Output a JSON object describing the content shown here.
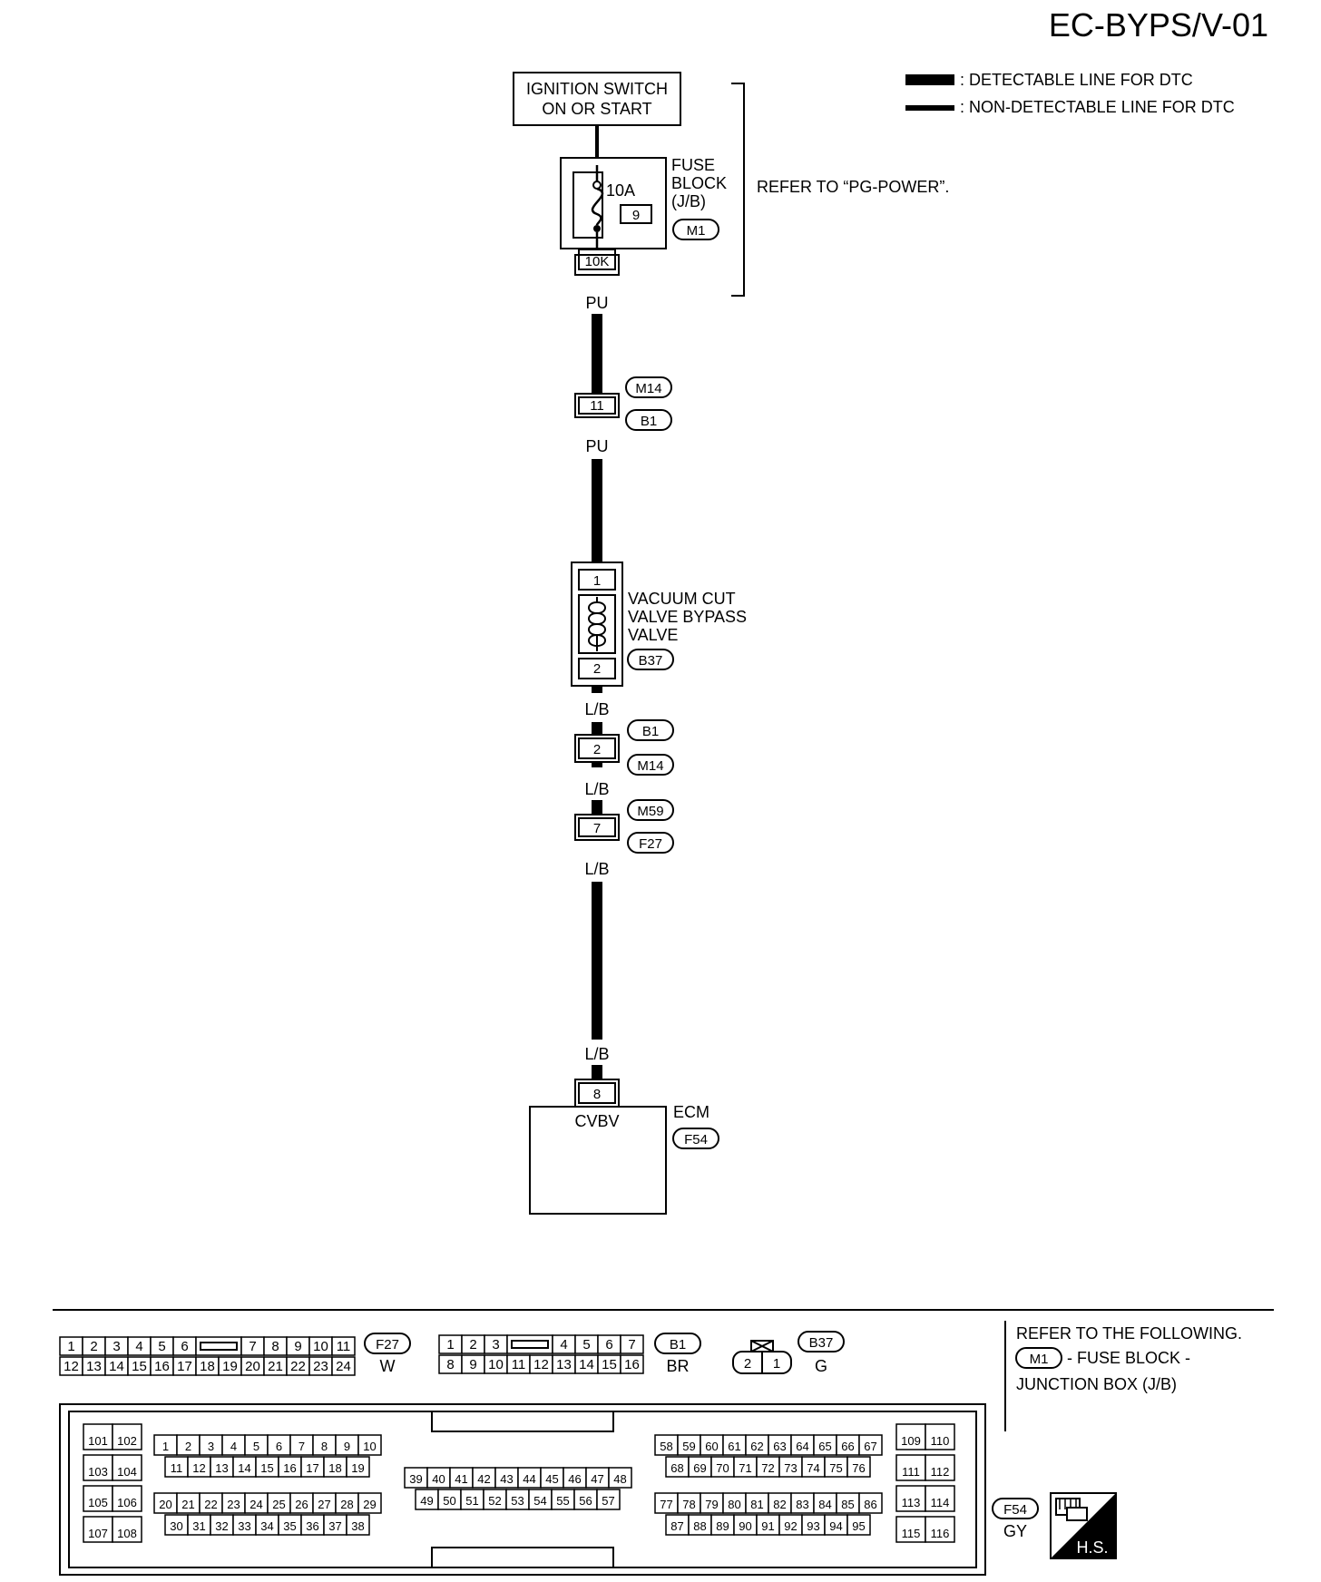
{
  "page_id": "EC-BYPS/V-01",
  "legend": {
    "detectable": ": DETECTABLE LINE FOR DTC",
    "non_detectable": ": NON-DETECTABLE LINE FOR DTC"
  },
  "ignition_switch": {
    "line1": "IGNITION SWITCH",
    "line2": "ON OR START"
  },
  "fuse_block": {
    "line1": "FUSE",
    "line2": "BLOCK",
    "line3": "(J/B)",
    "amp": "10A",
    "fuse_no": "9",
    "connector": "M1",
    "terminal": "10K"
  },
  "refer_pg": "REFER TO “PG-POWER”.",
  "wire_colors": {
    "w1": "PU",
    "w2": "PU",
    "w3": "L/B",
    "w4": "L/B",
    "w5": "L/B",
    "w6": "L/B"
  },
  "joint1": {
    "pin": "11",
    "upper": "M14",
    "lower": "B1"
  },
  "valve": {
    "line1": "VACUUM CUT",
    "line2": "VALVE BYPASS",
    "line3": "VALVE",
    "pin_top": "1",
    "pin_bottom": "2",
    "connector": "B37"
  },
  "joint2": {
    "pin": "2",
    "upper": "B1",
    "lower": "M14"
  },
  "joint3": {
    "pin": "7",
    "upper": "M59",
    "lower": "F27"
  },
  "ecm": {
    "pin": "8",
    "signal": "CVBV",
    "label": "ECM",
    "connector": "F54"
  },
  "conn_f27": {
    "name": "F27",
    "color": "W",
    "row1": [
      "1",
      "2",
      "3",
      "4",
      "5",
      "6",
      "",
      "7",
      "8",
      "9",
      "10",
      "11"
    ],
    "row2": [
      "12",
      "13",
      "14",
      "15",
      "16",
      "17",
      "18",
      "19",
      "20",
      "21",
      "22",
      "23",
      "24"
    ]
  },
  "conn_b1": {
    "name": "B1",
    "color": "BR",
    "row1": [
      "1",
      "2",
      "3",
      "",
      "4",
      "5",
      "6",
      "7"
    ],
    "row2": [
      "8",
      "9",
      "10",
      "11",
      "12",
      "13",
      "14",
      "15",
      "16"
    ]
  },
  "conn_b37": {
    "name": "B37",
    "color": "G",
    "pins": [
      "2",
      "1"
    ]
  },
  "refer_following": {
    "line1": "REFER TO THE FOLLOWING.",
    "connector": "M1",
    "line2": "- FUSE BLOCK -",
    "line3": "JUNCTION BOX (J/B)"
  },
  "conn_f54": {
    "name": "F54",
    "color": "GY",
    "left": [
      [
        "101",
        "102"
      ],
      [
        "103",
        "104"
      ],
      [
        "105",
        "106"
      ],
      [
        "107",
        "108"
      ]
    ],
    "g1": [
      "1",
      "2",
      "3",
      "4",
      "5",
      "6",
      "7",
      "8",
      "9",
      "10"
    ],
    "g2": [
      "11",
      "12",
      "13",
      "14",
      "15",
      "16",
      "17",
      "18",
      "19"
    ],
    "g3": [
      "20",
      "21",
      "22",
      "23",
      "24",
      "25",
      "26",
      "27",
      "28",
      "29"
    ],
    "g4": [
      "30",
      "31",
      "32",
      "33",
      "34",
      "35",
      "36",
      "37",
      "38"
    ],
    "g5": [
      "39",
      "40",
      "41",
      "42",
      "43",
      "44",
      "45",
      "46",
      "47",
      "48"
    ],
    "g6": [
      "49",
      "50",
      "51",
      "52",
      "53",
      "54",
      "55",
      "56",
      "57"
    ],
    "g7": [
      "58",
      "59",
      "60",
      "61",
      "62",
      "63",
      "64",
      "65",
      "66",
      "67"
    ],
    "g8": [
      "68",
      "69",
      "70",
      "71",
      "72",
      "73",
      "74",
      "75",
      "76"
    ],
    "g9": [
      "77",
      "78",
      "79",
      "80",
      "81",
      "82",
      "83",
      "84",
      "85",
      "86"
    ],
    "g10": [
      "87",
      "88",
      "89",
      "90",
      "91",
      "92",
      "93",
      "94",
      "95"
    ],
    "right": [
      [
        "109",
        "110"
      ],
      [
        "111",
        "112"
      ],
      [
        "113",
        "114"
      ],
      [
        "115",
        "116"
      ]
    ]
  },
  "hs_badge": "H.S."
}
